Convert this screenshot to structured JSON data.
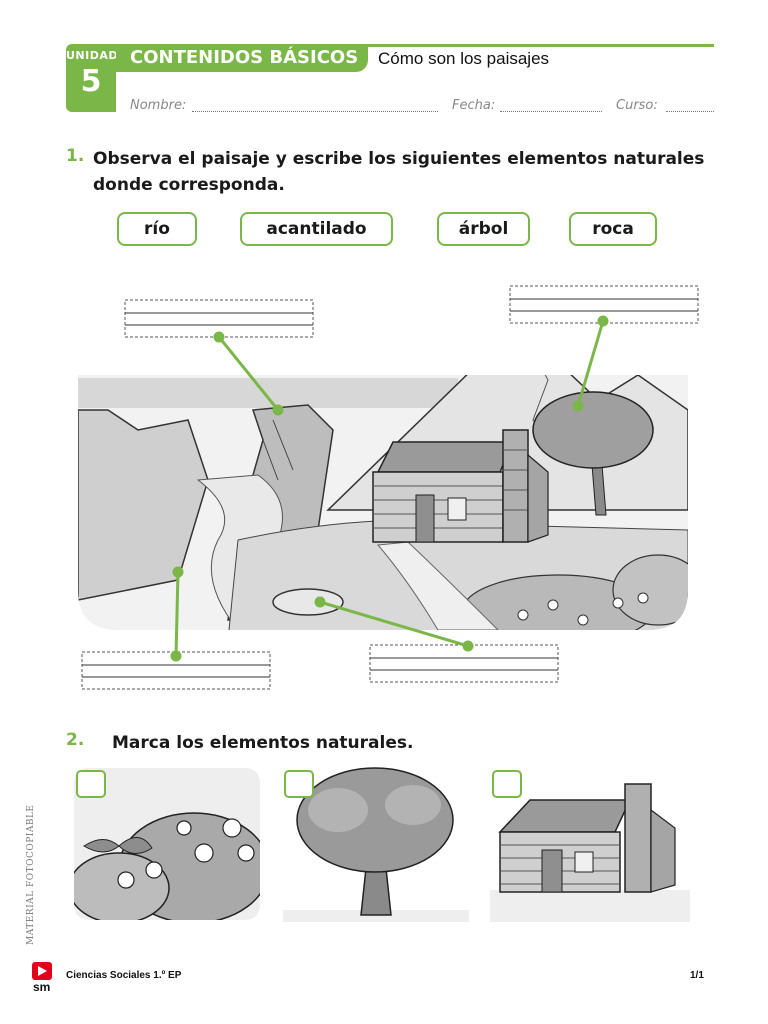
{
  "header": {
    "unit_label": "UNIDAD",
    "unit_number": "5",
    "section": "CONTENIDOS BÁSICOS",
    "topic": "Cómo son los paisajes",
    "fields": [
      {
        "label": "Nombre:"
      },
      {
        "label": "Fecha:"
      },
      {
        "label": "Curso:"
      }
    ]
  },
  "question1": {
    "number": "1.",
    "text_line1": "Observa el paisaje y escribe los siguientes elementos naturales",
    "text_line2": "donde corresponda.",
    "words": [
      "río",
      "acantilado",
      "árbol",
      "roca"
    ]
  },
  "question2": {
    "number": "2.",
    "text": "Marca los elementos naturales.",
    "items": [
      {
        "icon": "flower-bush-illustration"
      },
      {
        "icon": "tree-illustration"
      },
      {
        "icon": "log-cabin-illustration"
      }
    ]
  },
  "sidebar": {
    "text": "MATERIAL FOTOCOPIABLE"
  },
  "footer": {
    "publisher_logo": "sm",
    "course": "Ciencias Sociales 1.º EP",
    "page": "1/1"
  },
  "colors": {
    "accent": "#7ab648"
  }
}
